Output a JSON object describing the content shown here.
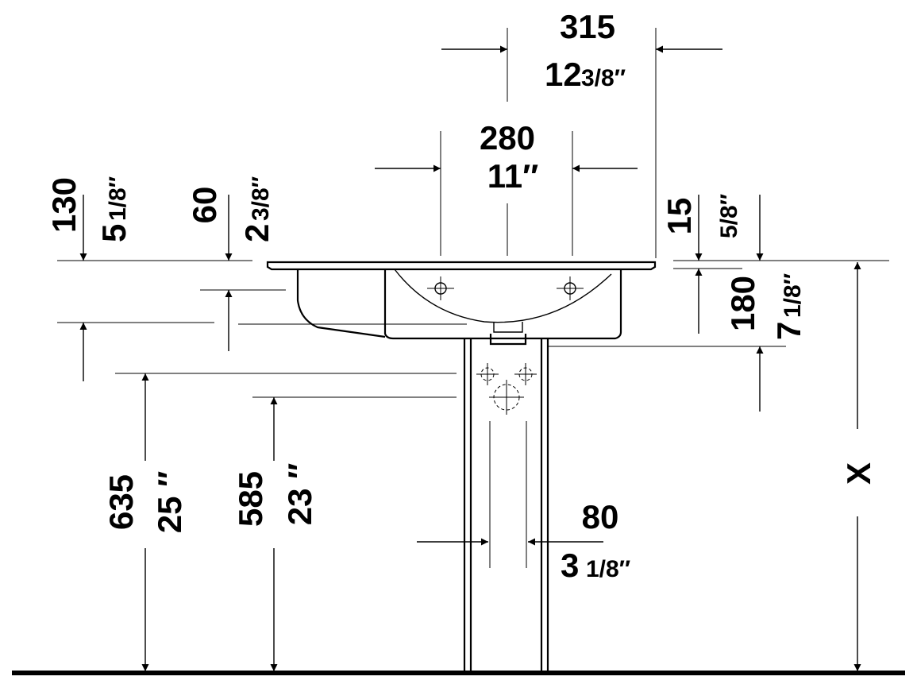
{
  "dimensions": {
    "top_width": {
      "mm": "315",
      "inch_whole": "12",
      "inch_frac": "3/8″"
    },
    "tap_spacing": {
      "mm": "280",
      "inch": "11″"
    },
    "left_rim_130": {
      "mm": "130",
      "inch_whole": "5",
      "inch_frac": "1/8″"
    },
    "rim_60": {
      "mm": "60",
      "inch_whole": "2",
      "inch_frac": "3/8″"
    },
    "rim_15": {
      "mm": "15",
      "inch_frac": "5/8″"
    },
    "bowl_depth_180": {
      "mm": "180",
      "inch_whole": "7",
      "inch_frac": "1/8″"
    },
    "height_635": {
      "mm": "635",
      "inch": "25 ″"
    },
    "height_585": {
      "mm": "585",
      "inch": "23 ″"
    },
    "pipe_width_80": {
      "mm": "80",
      "inch_whole": "3",
      "inch_frac": "1/8″"
    },
    "mount_height": {
      "label": "X"
    }
  }
}
